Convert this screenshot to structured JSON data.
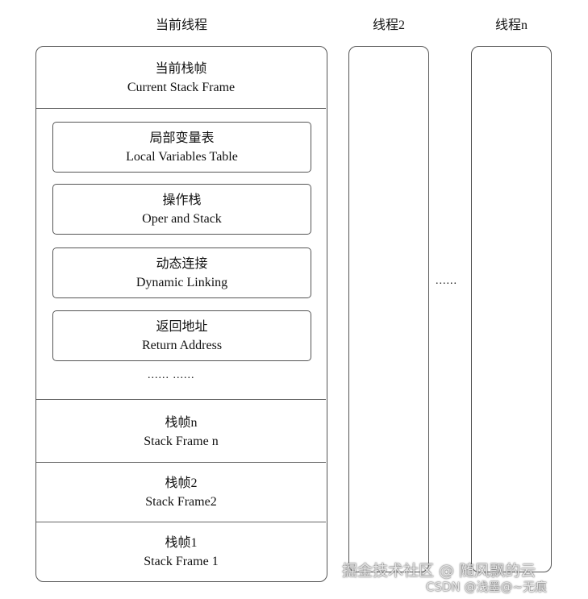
{
  "columns": {
    "current_thread": "当前线程",
    "thread2": "线程2",
    "threadn": "线程n"
  },
  "current_frame": {
    "zh": "当前栈帧",
    "en": "Current Stack Frame"
  },
  "frame_parts": [
    {
      "zh": "局部变量表",
      "en": "Local Variables Table"
    },
    {
      "zh": "操作栈",
      "en": "Oper and Stack"
    },
    {
      "zh": "动态连接",
      "en": "Dynamic Linking"
    },
    {
      "zh": "返回地址",
      "en": "Return Address"
    }
  ],
  "frame_parts_ellipsis": "...... ......",
  "stack_frames": [
    {
      "zh": "栈帧n",
      "en": "Stack Frame n"
    },
    {
      "zh": "栈帧2",
      "en": "Stack Frame2"
    },
    {
      "zh": "栈帧1",
      "en": "Stack Frame 1"
    }
  ],
  "between_threads_ellipsis": "......",
  "watermark": {
    "line1": "掘金技术社区 @ 随风飘的云",
    "line2": "CSDN @浅墨@~无痕"
  }
}
